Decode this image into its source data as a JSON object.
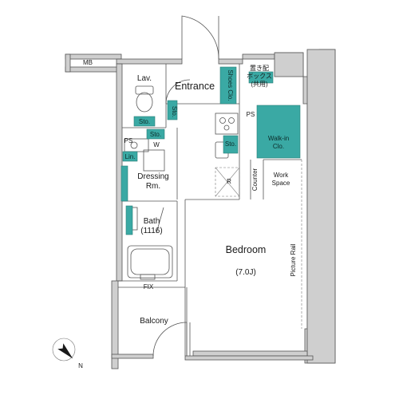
{
  "rooms": {
    "mb": "MB",
    "lav": "Lav.",
    "entrance": "Entrance",
    "shoes_clo": "Shoes Clo.",
    "delivery_box_line1": "置き配",
    "delivery_box_line2": "ボックス",
    "delivery_box_line3": "(共用)",
    "sto_lav": "Sto.",
    "sto_entrance": "Sto.",
    "sto_dressing": "Sto.",
    "sto_kitchen": "Sto.",
    "ps_left": "PS",
    "ps_right": "PS",
    "w": "W",
    "lin": "Lin.",
    "dressing_line1": "Dressing",
    "dressing_line2": "Rm.",
    "walkin_line1": "Walk-in",
    "walkin_line2": "Clo.",
    "r": "R",
    "counter": "Counter",
    "work_line1": "Work",
    "work_line2": "Space",
    "bath_line1": "Bath",
    "bath_line2": "(1116)",
    "bedroom": "Bedroom",
    "bedroom_size": "(7.0J)",
    "picture_rail": "Picture Rail",
    "fix": "FIX",
    "balcony": "Balcony"
  },
  "compass": {
    "north": "N"
  },
  "colors": {
    "storage": "#3aa9a4",
    "wall": "#cfcfcf",
    "line": "#555555"
  }
}
